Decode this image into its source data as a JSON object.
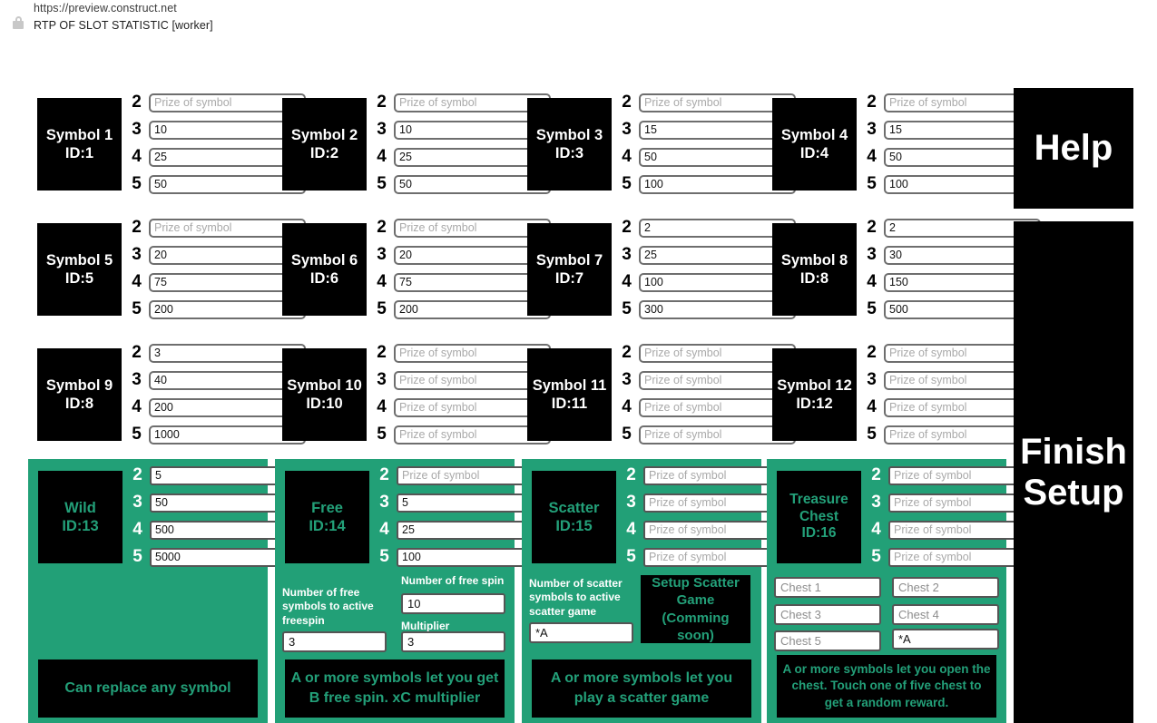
{
  "browser": {
    "lock_icon": "lock-icon",
    "url": "https://preview.construct.net",
    "page_title": "RTP OF SLOT STATISTIC [worker]"
  },
  "common": {
    "prize_placeholder": "Prize of symbol",
    "row_numbers": [
      "2",
      "3",
      "4",
      "5"
    ],
    "green": "#22a077",
    "black": "#000000"
  },
  "symbols": [
    {
      "name": "Symbol 1",
      "id_label": "ID:1",
      "values": [
        "",
        "10",
        "25",
        "50"
      ]
    },
    {
      "name": "Symbol 2",
      "id_label": "ID:2",
      "values": [
        "",
        "10",
        "25",
        "50"
      ]
    },
    {
      "name": "Symbol 3",
      "id_label": "ID:3",
      "values": [
        "",
        "15",
        "50",
        "100"
      ]
    },
    {
      "name": "Symbol 4",
      "id_label": "ID:4",
      "values": [
        "",
        "15",
        "50",
        "100"
      ]
    },
    {
      "name": "Symbol 5",
      "id_label": "ID:5",
      "values": [
        "",
        "20",
        "75",
        "200"
      ]
    },
    {
      "name": "Symbol 6",
      "id_label": "ID:6",
      "values": [
        "",
        "20",
        "75",
        "200"
      ]
    },
    {
      "name": "Symbol 7",
      "id_label": "ID:7",
      "values": [
        "2",
        "25",
        "100",
        "300"
      ]
    },
    {
      "name": "Symbol 8",
      "id_label": "ID:8",
      "values": [
        "2",
        "30",
        "150",
        "500"
      ]
    },
    {
      "name": "Symbol 9",
      "id_label": "ID:8",
      "values": [
        "3",
        "40",
        "200",
        "1000"
      ]
    },
    {
      "name": "Symbol 10",
      "id_label": "ID:10",
      "values": [
        "",
        "",
        "",
        ""
      ]
    },
    {
      "name": "Symbol 11",
      "id_label": "ID:11",
      "values": [
        "",
        "",
        "",
        ""
      ]
    },
    {
      "name": "Symbol 12",
      "id_label": "ID:12",
      "values": [
        "",
        "",
        "",
        ""
      ]
    }
  ],
  "wild": {
    "name": "Wild",
    "id_label": "ID:13",
    "values": [
      "5",
      "50",
      "500",
      "5000"
    ],
    "note": "Can replace any symbol"
  },
  "free": {
    "name": "Free",
    "id_label": "ID:14",
    "values": [
      "",
      "5",
      "25",
      "100"
    ],
    "symbols_label": "Number of free symbols to active freespin",
    "symbols_value": "3",
    "spins_label": "Number of free spin",
    "spins_value": "10",
    "multiplier_label": "Multiplier",
    "multiplier_value": "3",
    "note": "A or more symbols let you get B free spin. xC multiplier"
  },
  "scatter": {
    "name": "Scatter",
    "id_label": "ID:15",
    "values": [
      "",
      "",
      "",
      ""
    ],
    "count_label": "Number of scatter symbols to active scatter game",
    "count_value": "*A",
    "setup_button": "Setup Scatter Game (Comming soon)",
    "note": "A or more symbols let you play a scatter game"
  },
  "chest": {
    "name": "Treasure Chest",
    "id_label": "ID:16",
    "values": [
      "",
      "",
      "",
      ""
    ],
    "chest_placeholders": [
      "Chest 1",
      "Chest 2",
      "Chest 3",
      "Chest 4",
      "Chest 5"
    ],
    "count_value": "*A",
    "note": "A or more symbols let you open the chest. Touch one of five chest to get a random reward."
  },
  "sidebar": {
    "help_label": "Help",
    "finish_label": "Finish Setup"
  }
}
